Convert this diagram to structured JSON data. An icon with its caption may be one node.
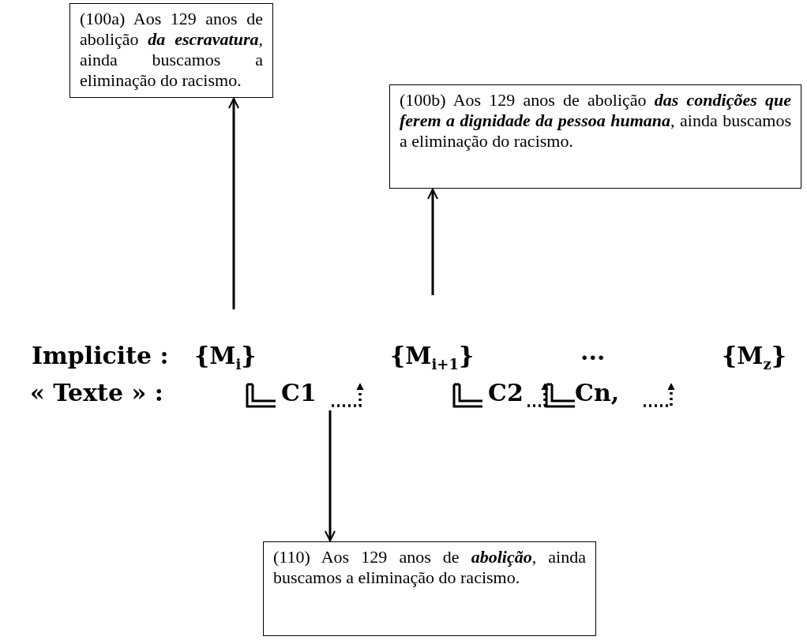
{
  "diagram": {
    "nodes": [
      {
        "text": [
          "(100a) Aos 129 anos de abolição **da escravatura**, ainda buscamos a eliminação do racismo."
        ]
      },
      {
        "text": [
          "(100b) Aos 129 anos de abolição **das condições que ferem a dignidade da pessoa humana**, ainda buscamos a eliminação do racismo."
        ]
      },
      {
        "text": [
          "{M$_{i}$}"
        ]
      },
      {
        "text": [
          "{M$_{i+1}$}"
        ]
      },
      {
        "text": [
          "C1"
        ]
      },
      {
        "text": [
          "(110) Aos 129 anos de **abolição**, ainda buscamos a eliminação do racismo."
        ]
      }
    ],
    "edges": [
      {
        "from": 2,
        "to": 0,
        "arrow": "to"
      },
      {
        "from": 3,
        "to": 1,
        "arrow": "to"
      },
      {
        "from": 4,
        "to": 5,
        "arrow": "to"
      }
    ],
    "labels": [
      "Implicite :",
      "...",
      "{M$_{z}$}",
      "« Texte » :",
      "C2",
      "Cn,"
    ]
  }
}
